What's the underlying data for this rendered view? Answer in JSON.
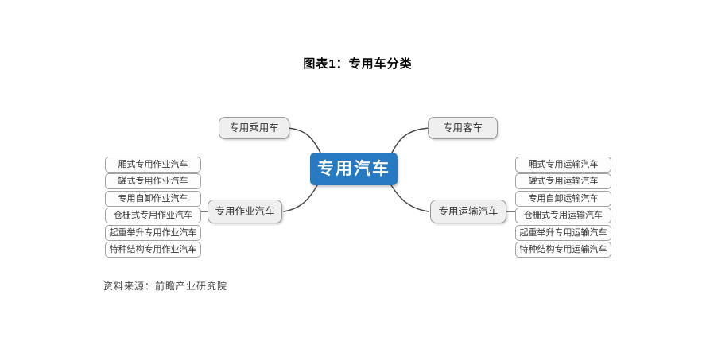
{
  "title": "图表1：专用车分类",
  "source": "资料来源：前瞻产业研究院",
  "colors": {
    "central_fill": "#2779C1",
    "central_text": "#FFFFFF",
    "branch_fill": "#EFEFEF",
    "branch_border": "#9A9A9A",
    "leaf_fill": "#FDFDFD",
    "leaf_border": "#A3A3A3",
    "connector": "#4A4A4A",
    "text": "#333333"
  },
  "mindmap": {
    "root": {
      "label": "专用汽车"
    },
    "branches": [
      {
        "label": "专用乘用车"
      },
      {
        "label": "专用客车"
      },
      {
        "label": "专用作业汽车"
      },
      {
        "label": "专用运输汽车"
      }
    ],
    "left_leaves": [
      "厢式专用作业汽车",
      "罐式专用作业汽车",
      "专用自卸作业汽车",
      "仓栅式专用作业汽车",
      "起重举升专用作业汽车",
      "特种结构专用作业汽车"
    ],
    "right_leaves": [
      "厢式专用运输汽车",
      "罐式专用运输汽车",
      "专用自卸运输汽车",
      "仓栅式专用运输汽车",
      "起重举升专用运输汽车",
      "特种结构专用运输汽车"
    ]
  }
}
